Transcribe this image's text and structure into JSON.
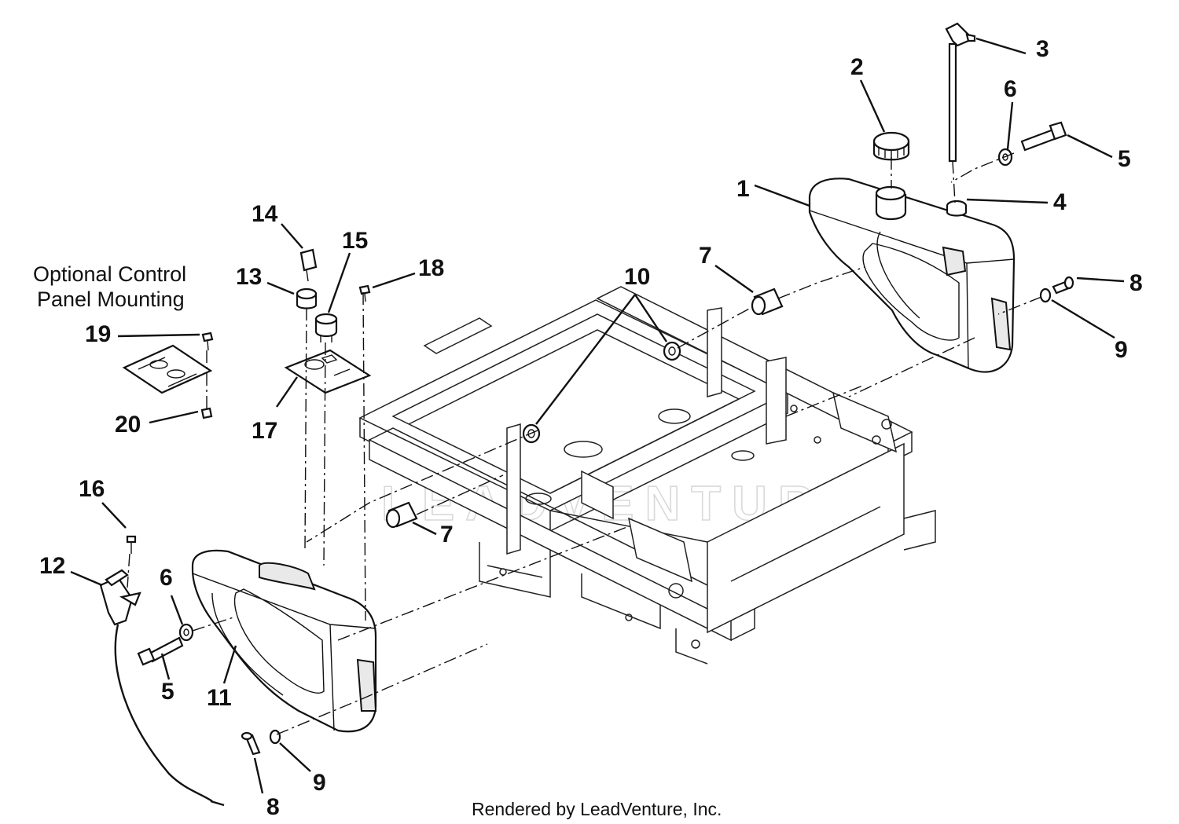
{
  "diagram": {
    "note_lines": [
      "Optional Control",
      "Panel Mounting"
    ],
    "watermark": "LEADVENTURE",
    "credit": "Rendered by LeadVenture, Inc.",
    "callouts": [
      {
        "id": "c1",
        "label": "1"
      },
      {
        "id": "c2",
        "label": "2"
      },
      {
        "id": "c3",
        "label": "3"
      },
      {
        "id": "c4",
        "label": "4"
      },
      {
        "id": "c5a",
        "label": "5"
      },
      {
        "id": "c5b",
        "label": "5"
      },
      {
        "id": "c6a",
        "label": "6"
      },
      {
        "id": "c6b",
        "label": "6"
      },
      {
        "id": "c7a",
        "label": "7"
      },
      {
        "id": "c7b",
        "label": "7"
      },
      {
        "id": "c8a",
        "label": "8"
      },
      {
        "id": "c8b",
        "label": "8"
      },
      {
        "id": "c9a",
        "label": "9"
      },
      {
        "id": "c9b",
        "label": "9"
      },
      {
        "id": "c10",
        "label": "10"
      },
      {
        "id": "c11",
        "label": "11"
      },
      {
        "id": "c12",
        "label": "12"
      },
      {
        "id": "c13",
        "label": "13"
      },
      {
        "id": "c14",
        "label": "14"
      },
      {
        "id": "c15",
        "label": "15"
      },
      {
        "id": "c16",
        "label": "16"
      },
      {
        "id": "c17",
        "label": "17"
      },
      {
        "id": "c18",
        "label": "18"
      },
      {
        "id": "c19",
        "label": "19"
      },
      {
        "id": "c20",
        "label": "20"
      }
    ]
  }
}
